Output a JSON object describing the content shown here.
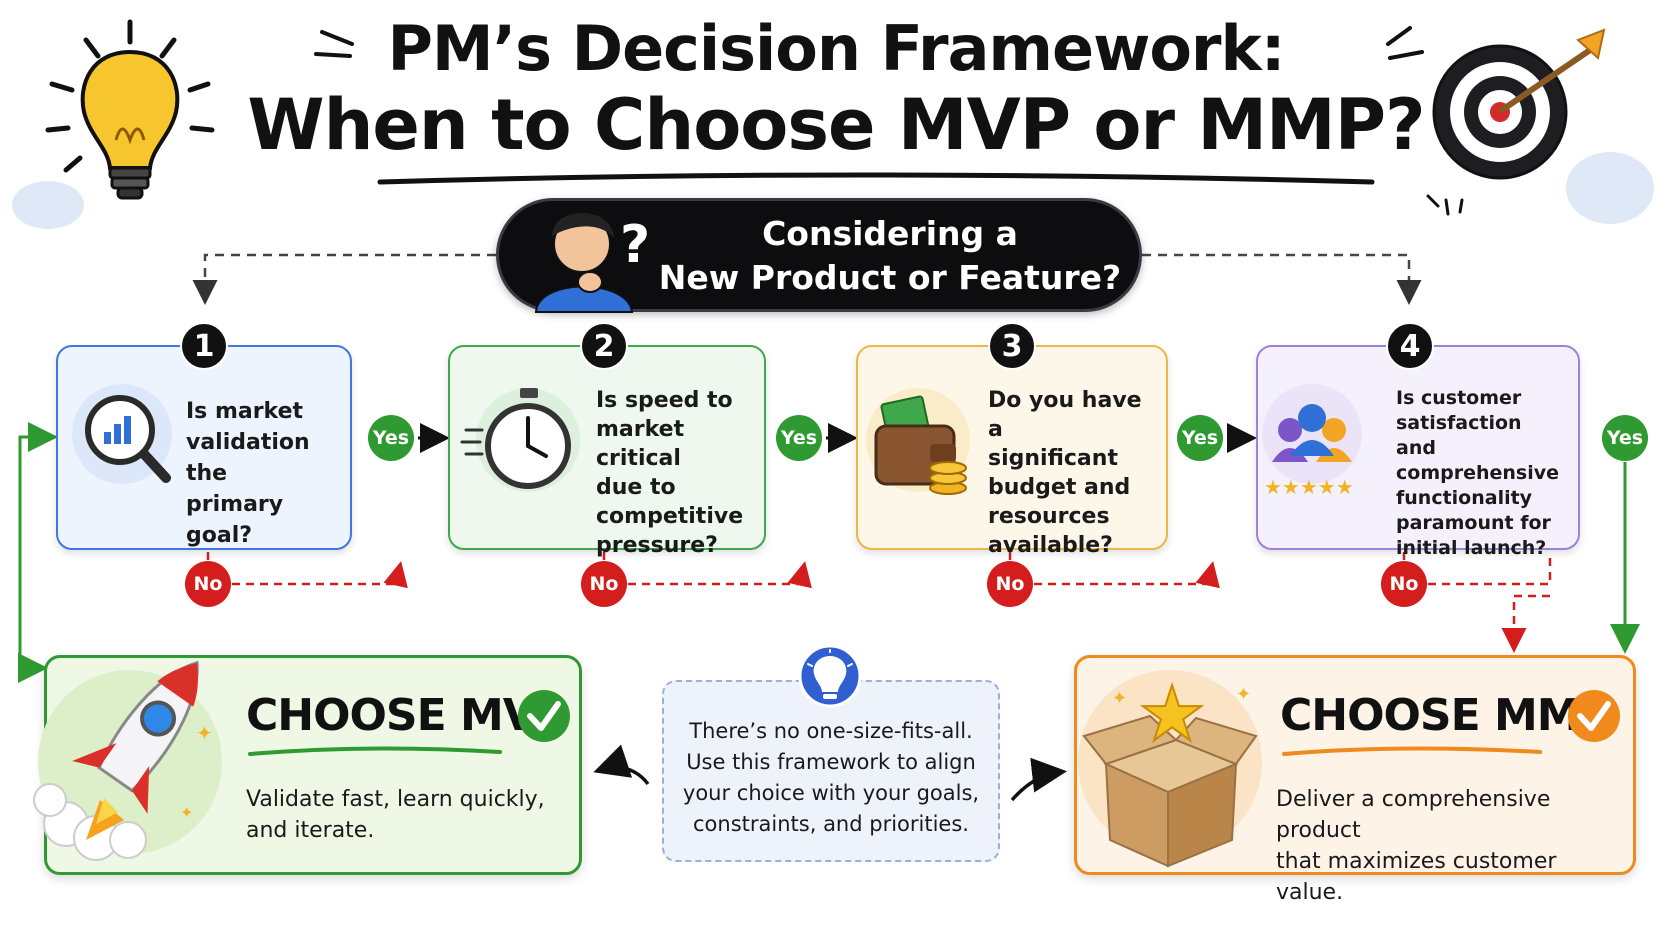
{
  "header": {
    "title_line1": "PM’s Decision Framework:",
    "title_line2": "When to Choose MVP or MMP?"
  },
  "start": {
    "line1": "Considering a",
    "line2": "New Product or Feature?"
  },
  "steps": [
    {
      "number": "1",
      "lines": [
        "Is market",
        "validation the",
        "primary goal?"
      ],
      "icon": "magnifier-chart-icon",
      "color": "#3f78e0"
    },
    {
      "number": "2",
      "lines": [
        "Is speed to",
        "market critical",
        "due to",
        "competitive",
        "pressure?"
      ],
      "icon": "stopwatch-icon",
      "color": "#3ea84a"
    },
    {
      "number": "3",
      "lines": [
        "Do you have a",
        "significant",
        "budget and",
        "resources",
        "available?"
      ],
      "icon": "wallet-coins-icon",
      "color": "#eeb548"
    },
    {
      "number": "4",
      "lines": [
        "Is customer",
        "satisfaction",
        "and comprehensive",
        "functionality",
        "paramount for",
        "initial launch?"
      ],
      "icon": "customers-rating-icon",
      "color": "#a180dc"
    }
  ],
  "labels": {
    "yes": "Yes",
    "no": "No"
  },
  "outcomes": {
    "mvp": {
      "title": "CHOOSE MVP",
      "desc_line1": "Validate fast, learn quickly,",
      "desc_line2": "and iterate.",
      "color": "#2e9a31",
      "icon": "rocket-icon"
    },
    "mmp": {
      "title": "CHOOSE MMP",
      "desc_line1": "Deliver a comprehensive product",
      "desc_line2": "that maximizes customer value.",
      "color": "#f08a1c",
      "icon": "gift-box-star-icon"
    }
  },
  "note": {
    "lines": [
      "There’s no one-size-fits-all.",
      "Use this framework to align",
      "your choice with your goals,",
      "constraints, and priorities."
    ],
    "icon": "lightbulb-icon"
  },
  "decor": [
    "lightbulb-icon",
    "target-arrow-icon",
    "thinking-person-icon",
    "question-mark-icon"
  ],
  "colors": {
    "yes": "#2e9a31",
    "no": "#d41e1e",
    "step1_bg": "#eef4fd",
    "step2_bg": "#eef8ee",
    "step3_bg": "#fdf7e9",
    "step4_bg": "#f5f1fc",
    "mvp_bg": "#eef8e4",
    "mmp_bg": "#fdf3e6"
  }
}
